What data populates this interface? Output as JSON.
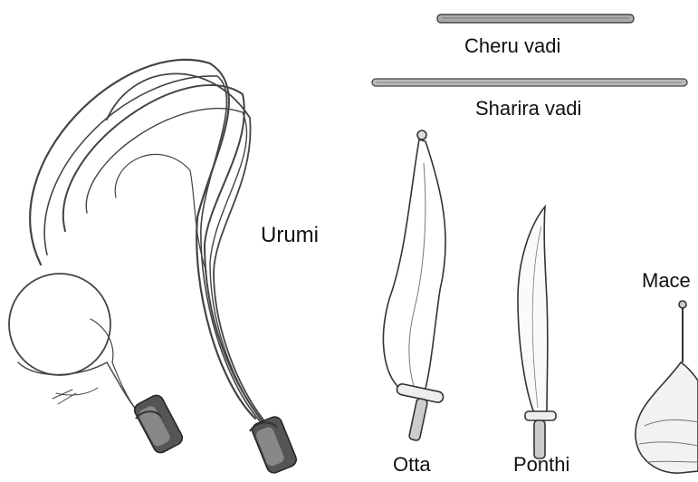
{
  "labels": {
    "cheru_vadi": "Cheru vadi",
    "sharira_vadi": "Sharira vadi",
    "urumi": "Urumi",
    "mace": "Mace",
    "otta": "Otta",
    "ponthi": "Ponthi"
  },
  "colors": {
    "ink": "#222222",
    "line": "#555555",
    "background": "#ffffff"
  }
}
